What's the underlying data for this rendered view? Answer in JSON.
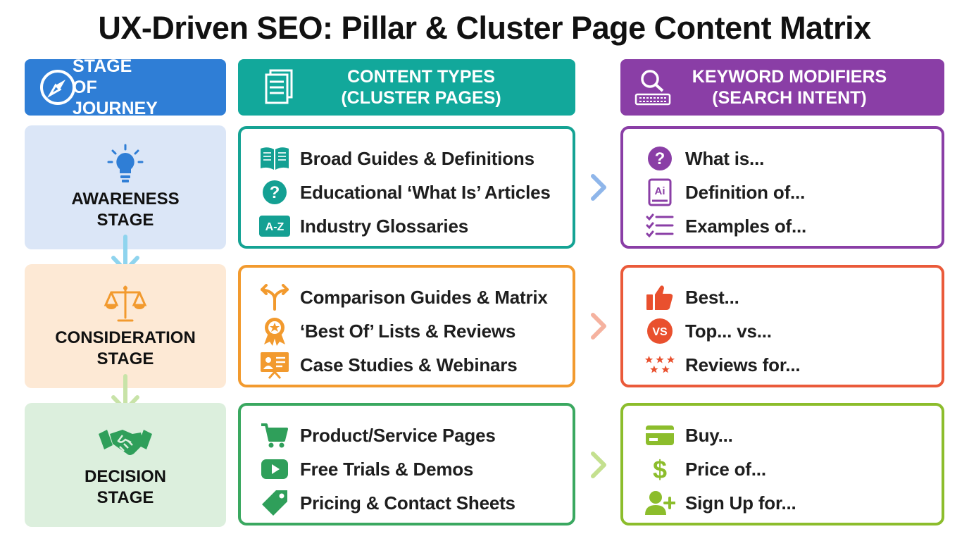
{
  "title": "UX-Driven SEO: Pillar & Cluster Page Content Matrix",
  "headers": {
    "stage": "STAGE OF JOURNEY",
    "content": "CONTENT TYPES (CLUSTER PAGES)",
    "keywords": "KEYWORD MODIFIERS (SEARCH INTENT)"
  },
  "stages": [
    {
      "label": "AWARENESS STAGE",
      "icon": "lightbulb-icon",
      "color": "#2f7ed6",
      "content": [
        {
          "icon": "open-book-icon",
          "text": "Broad Guides & Definitions"
        },
        {
          "icon": "question-circle-icon",
          "text": "Educational ‘What Is’ Articles"
        },
        {
          "icon": "a-z-icon",
          "icon_text": "A-Z",
          "text": "Industry Glossaries"
        }
      ],
      "keywords": [
        {
          "icon": "question-circle-icon",
          "text": "What is..."
        },
        {
          "icon": "ai-document-icon",
          "icon_text": "Ai",
          "text": "Definition of..."
        },
        {
          "icon": "checklist-icon",
          "text": "Examples of..."
        }
      ]
    },
    {
      "label": "CONSIDERATION STAGE",
      "icon": "balance-scale-icon",
      "color": "#f29a2e",
      "content": [
        {
          "icon": "split-arrows-icon",
          "text": "Comparison Guides & Matrix"
        },
        {
          "icon": "award-ribbon-icon",
          "text": "‘Best Of’ Lists & Reviews"
        },
        {
          "icon": "presentation-icon",
          "text": "Case Studies & Webinars"
        }
      ],
      "keywords": [
        {
          "icon": "thumbs-up-icon",
          "text": "Best..."
        },
        {
          "icon": "vs-badge-icon",
          "icon_text": "VS",
          "text": "Top... vs..."
        },
        {
          "icon": "stars-icon",
          "text": "Reviews for..."
        }
      ]
    },
    {
      "label": "DECISION STAGE",
      "icon": "handshake-icon",
      "color": "#3aa860",
      "content": [
        {
          "icon": "shopping-cart-icon",
          "text": "Product/Service Pages"
        },
        {
          "icon": "play-button-icon",
          "text": "Free Trials & Demos"
        },
        {
          "icon": "price-tag-icon",
          "text": "Pricing & Contact Sheets"
        }
      ],
      "keywords": [
        {
          "icon": "credit-card-icon",
          "text": "Buy..."
        },
        {
          "icon": "dollar-sign-icon",
          "icon_text": "$",
          "text": "Price of..."
        },
        {
          "icon": "add-user-icon",
          "text": "Sign Up for..."
        }
      ]
    }
  ],
  "colors": {
    "header_stage": "#2f7ed6",
    "header_content": "#12a89b",
    "header_keywords": "#8a3ea6"
  }
}
